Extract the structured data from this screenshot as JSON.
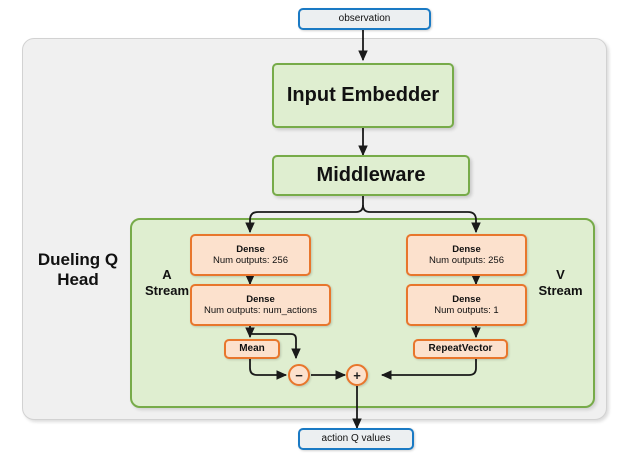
{
  "diagram": {
    "title_label": "Dueling Q Head",
    "input": {
      "label": "observation"
    },
    "output": {
      "label": "action Q values"
    },
    "stages": [
      {
        "name": "input-embedder",
        "label": "Input Embedder"
      },
      {
        "name": "middleware",
        "label": "Middleware"
      }
    ],
    "streams": {
      "advantage": {
        "label_line1": "A",
        "label_line2": "Stream",
        "nodes": [
          {
            "name": "dense",
            "title": "Dense",
            "subtitle": "Num outputs: 256"
          },
          {
            "name": "dense",
            "title": "Dense",
            "subtitle": "Num outputs: num_actions"
          },
          {
            "name": "mean",
            "title": "Mean"
          }
        ]
      },
      "value": {
        "label_line1": "V",
        "label_line2": "Stream",
        "nodes": [
          {
            "name": "dense",
            "title": "Dense",
            "subtitle": "Num outputs: 256"
          },
          {
            "name": "dense",
            "title": "Dense",
            "subtitle": "Num outputs: 1"
          },
          {
            "name": "repeat-vector",
            "title": "RepeatVector"
          }
        ]
      }
    },
    "operators": [
      {
        "name": "subtract",
        "symbol": "−"
      },
      {
        "name": "add",
        "symbol": "+"
      }
    ],
    "colors": {
      "io_border": "#1a7ac4",
      "io_fill": "#eceff1",
      "stage_border": "#77ab49",
      "stage_fill": "#dfeed0",
      "op_border": "#e8762c",
      "op_fill": "#fce1cd",
      "outer_fill": "#f0f0f0",
      "arrow": "#1a1a1a"
    }
  }
}
